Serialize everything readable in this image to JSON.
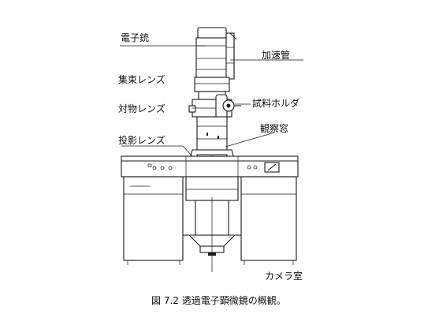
{
  "labels": {
    "electron_gun": "電子銃",
    "accelerating_tube": "加速管",
    "condenser_lens": "集束レンズ",
    "objective_lens": "対物レンズ",
    "specimen_holder": "試料ホルダ",
    "viewing_window": "観察窓",
    "projector_lens": "投影レンズ",
    "camera_chamber": "カメラ室"
  },
  "caption": "図 7.2  透過電子顕微鏡の概観。"
}
